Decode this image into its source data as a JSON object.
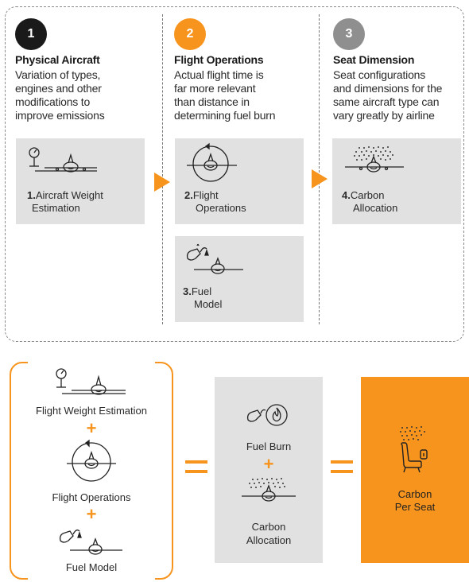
{
  "colors": {
    "dark": "#1a1a1a",
    "accent": "#f7941d",
    "muted": "#8f8f8f",
    "card": "#e1e1e1"
  },
  "columns": [
    {
      "number": "1",
      "title": "Physical Aircraft",
      "desc": [
        "Variation of types,",
        "engines and other",
        "modifications to",
        "improve emissions"
      ]
    },
    {
      "number": "2",
      "title": "Flight Operations",
      "desc": [
        "Actual flight time is",
        "far more relevant",
        "than distance in",
        "determining fuel burn"
      ]
    },
    {
      "number": "3",
      "title": "Seat Dimension",
      "desc": [
        "Seat configurations",
        "and dimensions for the",
        "same aircraft type can",
        "vary greatly by airline"
      ]
    }
  ],
  "cards": {
    "weight": {
      "num": "1.",
      "lines": [
        "Aircraft Weight",
        "Estimation"
      ]
    },
    "flight_ops": {
      "num": "2.",
      "lines": [
        "Flight",
        "Operations"
      ]
    },
    "fuel": {
      "num": "3.",
      "lines": [
        "Fuel",
        "Model"
      ]
    },
    "carbon": {
      "num": "4.",
      "lines": [
        "Carbon",
        "Allocation"
      ]
    }
  },
  "bottom": {
    "flight_weight": "Flight Weight Estimation",
    "plus": "+",
    "flight_ops": "Flight Operations",
    "fuel_model": "Fuel Model",
    "fuel_burn": "Fuel Burn",
    "carbon_lines": [
      "Carbon",
      "Allocation"
    ],
    "result_lines": [
      "Carbon",
      "Per Seat"
    ]
  }
}
